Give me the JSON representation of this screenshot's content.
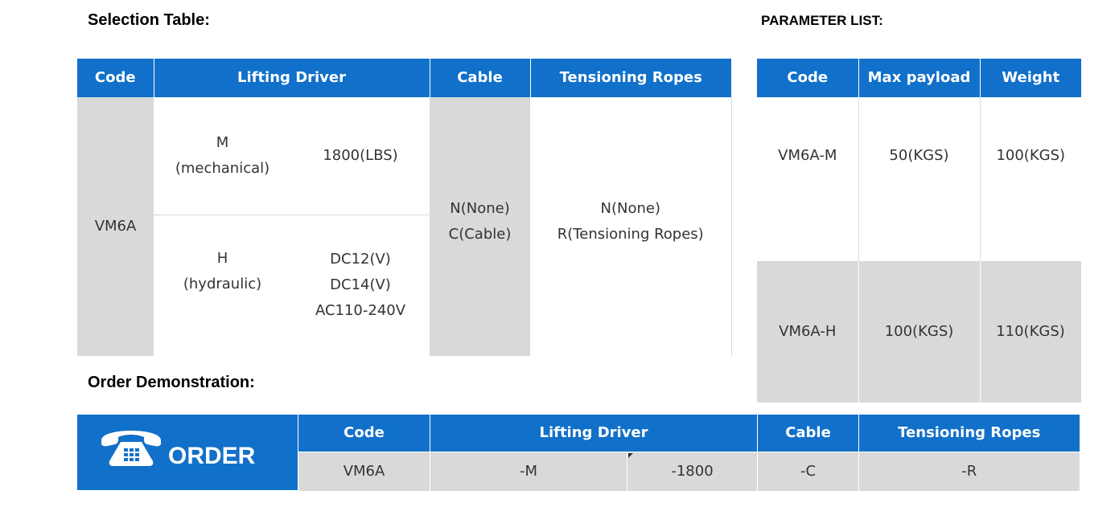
{
  "headings": {
    "selection": "Selection Table:",
    "parameters": "PARAMETER LIST:",
    "order": "Order Demonstration:"
  },
  "selection_table": {
    "headers": [
      "Code",
      "Lifting Driver",
      "Cable",
      "Tensioning Ropes"
    ],
    "code": "VM6A",
    "driver_rows": [
      {
        "type_line1": "M",
        "type_line2": "(mechanical)",
        "spec_lines": [
          "1800(LBS)"
        ]
      },
      {
        "type_line1": "H",
        "type_line2": "(hydraulic)",
        "spec_lines": [
          "DC12(V)",
          "DC14(V)",
          "AC110-240V"
        ]
      }
    ],
    "cable_lines": [
      "N(None)",
      "C(Cable)"
    ],
    "ropes_lines": [
      "N(None)",
      "R(Tensioning Ropes)"
    ]
  },
  "parameter_table": {
    "headers": [
      "Code",
      "Max payload",
      "Weight"
    ],
    "rows": [
      {
        "code": "VM6A-M",
        "payload": "50(KGS)",
        "weight": "100(KGS)"
      },
      {
        "code": "VM6A-H",
        "payload": "100(KGS)",
        "weight": "110(KGS)"
      }
    ]
  },
  "order_table": {
    "logo_text": "ORDER",
    "logo_icon": "telephone-icon",
    "headers": [
      "Code",
      "Lifting Driver",
      "Cable",
      "Tensioning Ropes"
    ],
    "values": {
      "code": "VM6A",
      "driver": "-M",
      "driver_spec": "-1800",
      "cable": "-C",
      "ropes": "-R"
    }
  },
  "colors": {
    "header_blue": "#1170c9",
    "cell_grey": "#d9d9d9"
  }
}
